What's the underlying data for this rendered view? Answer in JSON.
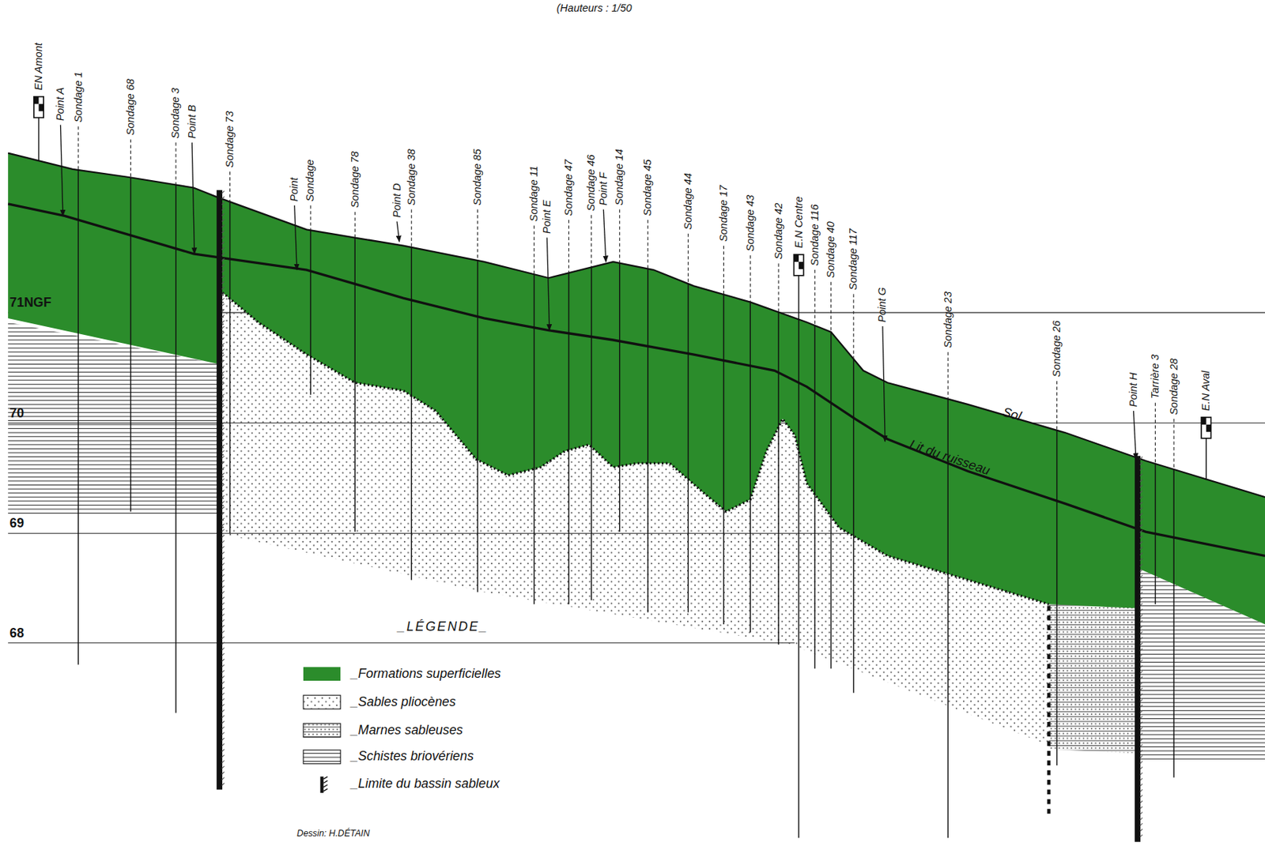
{
  "diagram": {
    "labels": [
      "(Hauteurs : 1/50",
      "EN Amont",
      "Point A",
      "Sondage 1",
      "Sondage 68",
      "Sondage 3",
      "Point B",
      "Sondage 73",
      "Point",
      "Sondage",
      "Sondage 78",
      "Point D",
      "Sondage 38",
      "Sondage 85",
      "Sondage 11",
      "Point E",
      "Sondage 47",
      "Sondage 46",
      "Point F",
      "Sondage 14",
      "Sondage 45",
      "Sondage 44",
      "Sondage 17",
      "Sondage 43",
      "Sondage 42",
      "E.N Centre",
      "Sondage 116",
      "Sondage 40",
      "Sondage 117",
      "Point G",
      "Sondage 23",
      "Sondage 26",
      "Point H",
      "Tarrière 3",
      "Sondage 28",
      "E.N Aval",
      "71NGF",
      "70",
      "69",
      "68",
      "Sol",
      "Lit du ruisseau",
      "_LÉGENDE_",
      "Dessin: H.DÉTAIN"
    ],
    "legend": [
      {
        "text": "_Formations superficielles",
        "color": "#2b8c2b"
      },
      {
        "text": "_Sables pliocènes"
      },
      {
        "text": "_Marnes sableuses"
      },
      {
        "text": "_Schistes briovériens"
      },
      {
        "text": "_Limite du bassin sableux"
      }
    ]
  }
}
